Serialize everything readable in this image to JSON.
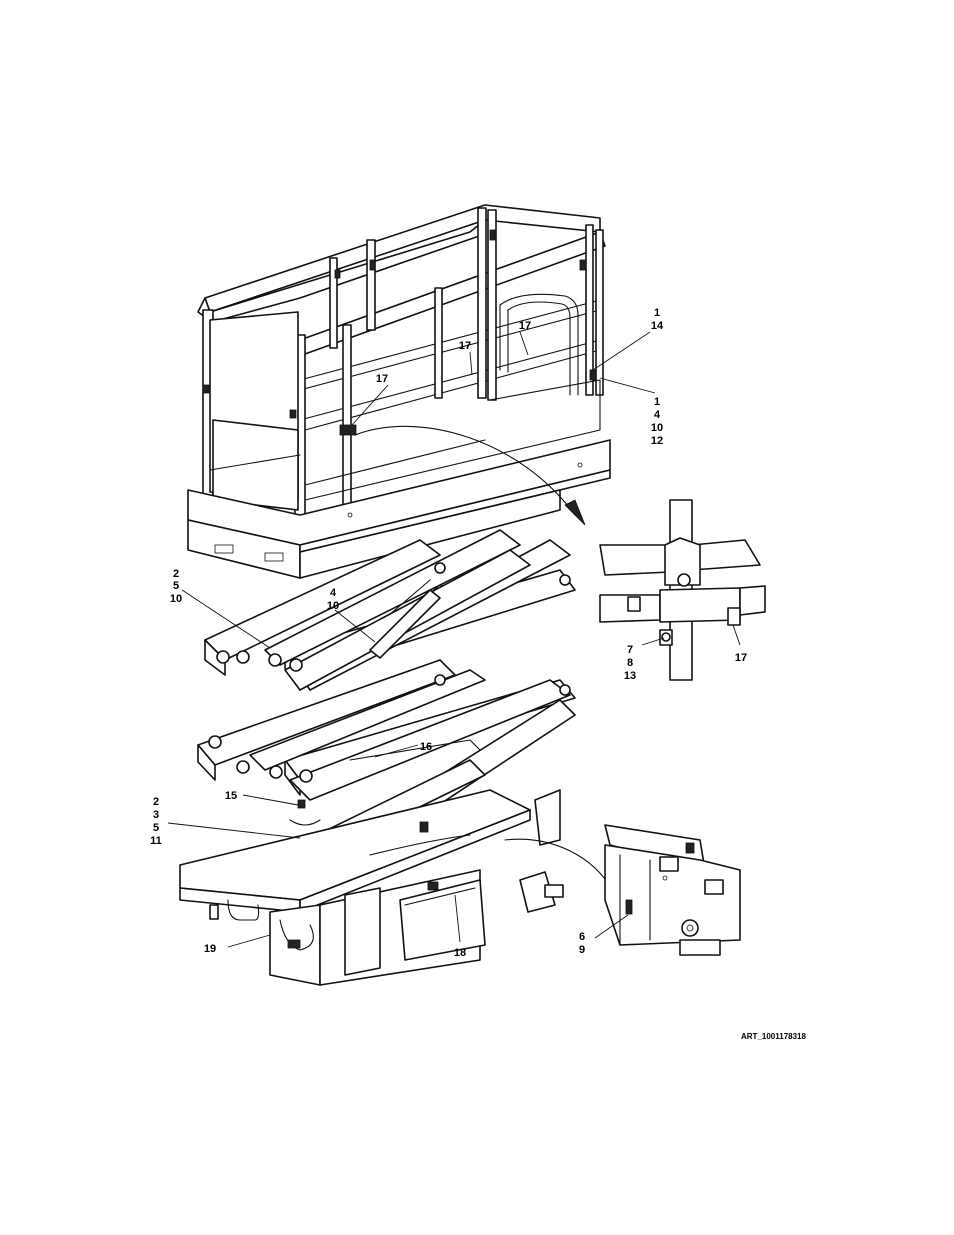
{
  "figure": {
    "art_id": "ART_1001178318",
    "callouts": {
      "c_1_14": [
        "1",
        "14"
      ],
      "c_1_4_10_12": [
        "1",
        "4",
        "10",
        "12"
      ],
      "c_17_a": [
        "17"
      ],
      "c_17_b": [
        "17"
      ],
      "c_17_c": [
        "17"
      ],
      "c_17_detail": [
        "17"
      ],
      "c_2_5_10": [
        "2",
        "5",
        "10"
      ],
      "c_4_10": [
        "4",
        "10"
      ],
      "c_7_8_13": [
        "7",
        "8",
        "13"
      ],
      "c_16": [
        "16"
      ],
      "c_15": [
        "15"
      ],
      "c_2_3_5_11": [
        "2",
        "3",
        "5",
        "11"
      ],
      "c_19": [
        "19"
      ],
      "c_18": [
        "18"
      ],
      "c_6_9": [
        "6",
        "9"
      ]
    }
  }
}
